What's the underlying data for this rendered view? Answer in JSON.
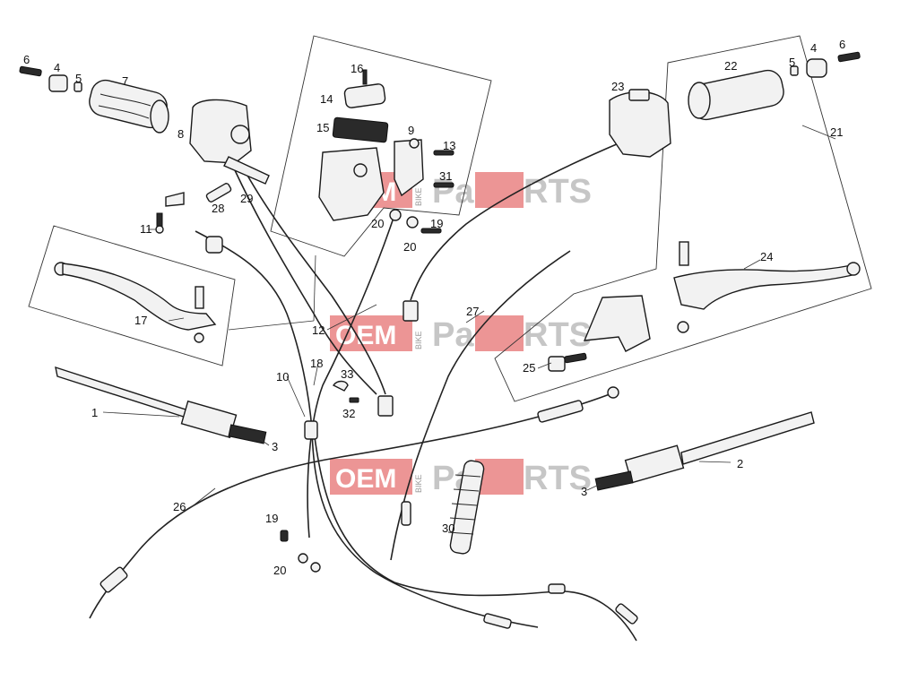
{
  "callouts": [
    "1",
    "2",
    "3",
    "3",
    "4",
    "4",
    "5",
    "5",
    "6",
    "6",
    "7",
    "8",
    "9",
    "10",
    "11",
    "12",
    "13",
    "14",
    "15",
    "16",
    "17",
    "18",
    "19",
    "19",
    "20",
    "20",
    "20",
    "21",
    "22",
    "23",
    "24",
    "25",
    "26",
    "27",
    "28",
    "29",
    "30",
    "31",
    "32",
    "33"
  ],
  "watermark": {
    "left": "OEM",
    "vertical": "BIKE",
    "right_a": "Pa",
    "right_b": "RTS"
  }
}
